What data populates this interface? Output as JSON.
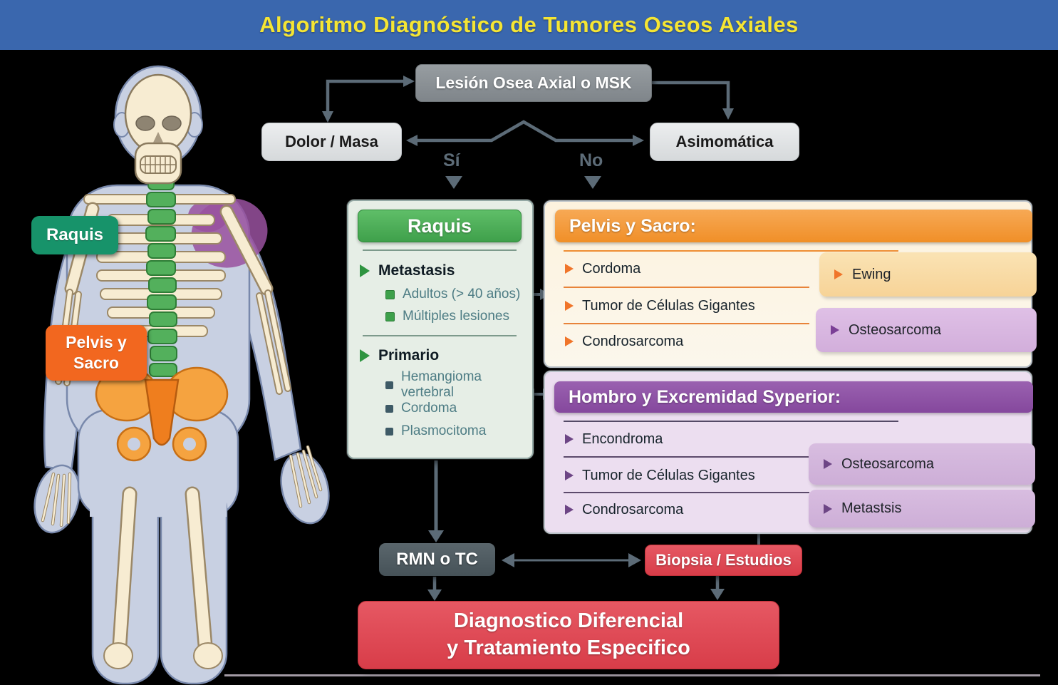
{
  "title": "Algoritmo Diagnóstico de Tumores Oseos Axiales",
  "flow": {
    "lesion_label": "Lesión Osea Axial o MSK",
    "dolor_label": "Dolor / Masa",
    "asintomatica_label": "Asimomática",
    "si_label": "Sí",
    "no_label": "No",
    "rmn_label": "RMN o TC",
    "biopsia_label": "Biopsia / Estudios",
    "final_line1": "Diagnostico Diferencial",
    "final_line2": "y Tratamiento Especifico"
  },
  "skeleton": {
    "raquis_label": "Raquis",
    "pelvis_label_line1": "Pelvis y",
    "pelvis_label_line2": "Sacro"
  },
  "raquis_panel": {
    "header": "Raquis",
    "sections": [
      {
        "title": "Metastasis",
        "items": [
          "Adultos (> 40 años)",
          "Múltiples lesiones"
        ]
      },
      {
        "title": "Primario",
        "items": [
          "Hemangioma vertebral",
          "Cordoma",
          "Plasmocitoma"
        ]
      }
    ]
  },
  "pelvis_panel": {
    "header": "Pelvis y Sacro:",
    "left_items": [
      "Cordoma",
      "Tumor de Células Gigantes",
      "Condrosarcoma"
    ],
    "right_boxes": [
      "Ewing",
      "Osteosarcoma"
    ]
  },
  "hombro_panel": {
    "header": "Hombro y Excremidad Syperior:",
    "left_items": [
      "Encondroma",
      "Tumor de Células Gigantes",
      "Condrosarcoma"
    ],
    "right_boxes": [
      "Osteosarcoma",
      "Metastsis"
    ]
  },
  "colors": {
    "title_bar": "#3a67ae",
    "title_text": "#f5e533",
    "green_header": "#46a751",
    "orange_header": "#f49a3e",
    "purple_header": "#8f54a6",
    "red_box": "#e04c55",
    "dark_gray_box": "#4f5b61",
    "raquis_tag_green": "#17936a",
    "pelvis_tag_orange": "#f2671f",
    "arrow_gray": "#5c6b77"
  }
}
